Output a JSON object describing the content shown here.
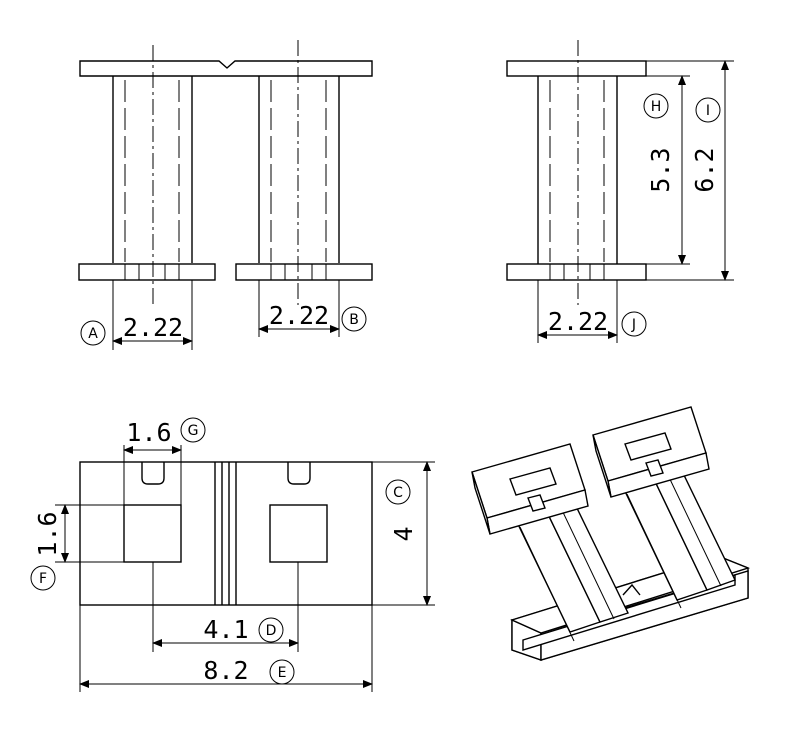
{
  "dimensions": {
    "A": {
      "value": "2.22",
      "callout": "A"
    },
    "B": {
      "value": "2.22",
      "callout": "B"
    },
    "J": {
      "value": "2.22",
      "callout": "J"
    },
    "H": {
      "value": "5.3",
      "callout": "H"
    },
    "I": {
      "value": "6.2",
      "callout": "I"
    },
    "G": {
      "value": "1.6",
      "callout": "G"
    },
    "F": {
      "value": "1.6",
      "callout": "F"
    },
    "C": {
      "value": "4",
      "callout": "C"
    },
    "D": {
      "value": "4.1",
      "callout": "D"
    },
    "E": {
      "value": "8.2",
      "callout": "E"
    }
  }
}
